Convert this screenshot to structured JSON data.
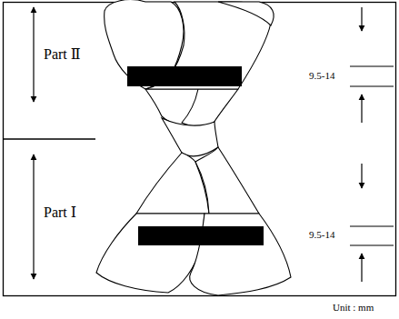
{
  "diagram": {
    "labels": [
      "Part Ⅱ",
      "9.5-14",
      "Part Ⅰ",
      "9.5-14",
      "Unit : mm"
    ]
  }
}
